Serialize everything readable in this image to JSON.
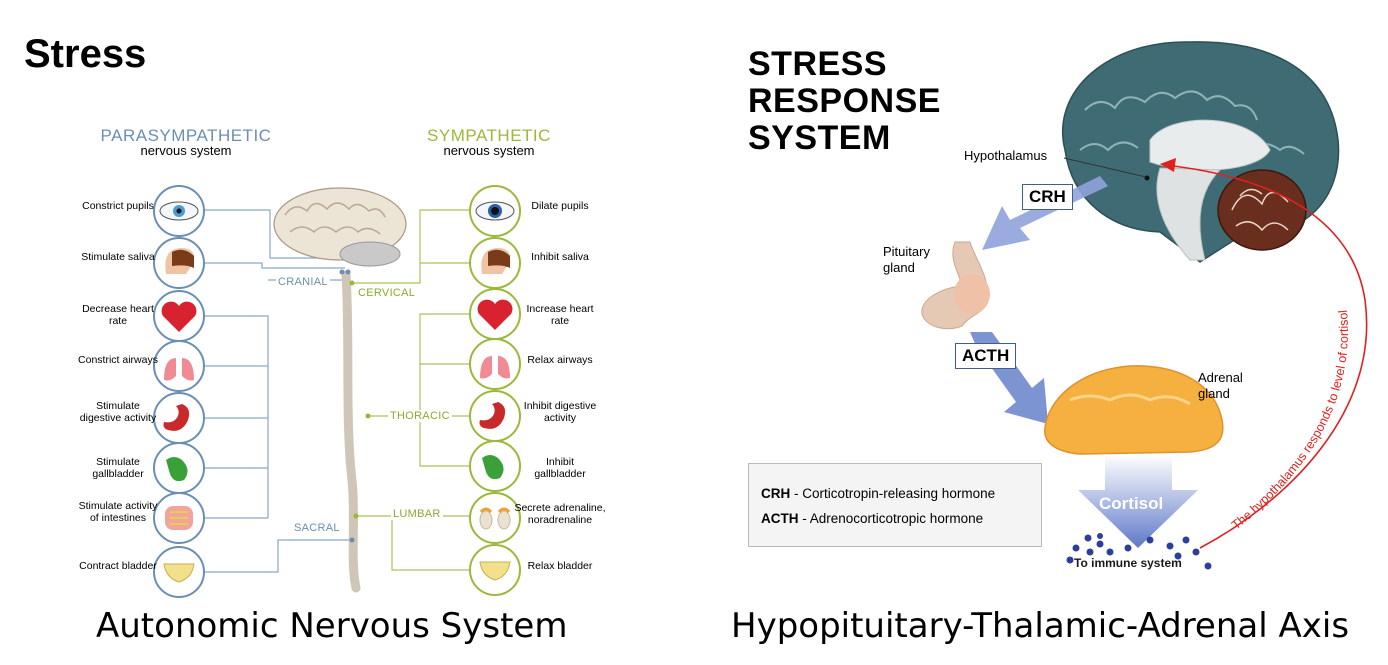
{
  "main_title": "Stress",
  "captions": {
    "left": "Autonomic Nervous System",
    "right": "Hypopituitary-Thalamic-Adrenal Axis"
  },
  "ans": {
    "parasympathetic": {
      "title": "PARASYMPATHETIC",
      "subtitle": "nervous system",
      "items": [
        "Constrict pupils",
        "Stimulate saliva",
        "Decrease heart rate",
        "Constrict airways",
        "Stimulate digestive activity",
        "Stimulate gallbladder",
        "Stimulate activity of intestines",
        "Contract bladder"
      ]
    },
    "sympathetic": {
      "title": "SYMPATHETIC",
      "subtitle": "nervous system",
      "items": [
        "Dilate pupils",
        "Inhibit saliva",
        "Increase heart rate",
        "Relax airways",
        "Inhibit digestive activity",
        "Inhibit gallbladder",
        "Secrete adrenaline, noradrenaline",
        "Relax bladder"
      ]
    },
    "segments": {
      "cranial": "CRANIAL",
      "cervical": "CERVICAL",
      "thoracic": "THORACIC",
      "lumbar": "LUMBAR",
      "sacral": "SACRAL"
    }
  },
  "hpa": {
    "title_lines": [
      "STRESS",
      "RESPONSE",
      "SYSTEM"
    ],
    "hypothalamus": "Hypothalamus",
    "pituitary": "Pituitary gland",
    "adrenal": "Adrenal gland",
    "crh_box": "CRH",
    "acth_box": "ACTH",
    "cortisol": "Cortisol",
    "immune": "To immune system",
    "feedback": "The hypothalamus responds to level of cortisol",
    "legend": [
      {
        "abbr": "CRH",
        "text": " - Corticotropin-releasing hormone"
      },
      {
        "abbr": "ACTH",
        "text": " - Adrenocorticotropic hormone"
      }
    ]
  },
  "colors": {
    "para_blue": "#6b8fb3",
    "symp_green": "#9bb83a",
    "arrow_blue": "#7b8fd0",
    "feedback_red": "#e02020",
    "adrenal_orange": "#f5b040"
  }
}
